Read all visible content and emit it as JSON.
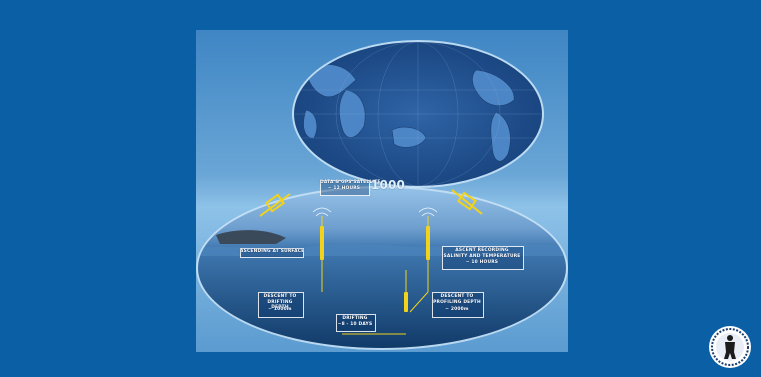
{
  "slide": {
    "background": "#0b5fa5"
  },
  "diagram": {
    "labels": {
      "satellite_top": "DATA & GPS SATELLITE",
      "satellite_top_sub": "~ 12 HOURS",
      "top_number": "1000",
      "ascent": "ASCENDING AT SURFACE",
      "profile": "ASCENT RECORDING\nSALINITY AND TEMPERATURE",
      "profile_sub": "~ 10 HOURS",
      "descent_drift": "DESCENT TO\nDRIFTING DEPTH",
      "descent_drift_sub": "~ 1000m",
      "drifting": "DRIFTING",
      "drifting_sub": "~8 - 10 DAYS",
      "descent_profile": "DESCENT TO\nPROFILING DEPTH",
      "descent_profile_sub": "~ 2000m"
    },
    "colors": {
      "float": "#f2d21b",
      "ocean_deep": "#123d6e",
      "ocean_top": "#5a8fc0",
      "land": "#2a5c8f"
    }
  },
  "logo": {
    "icon": "figure-seal-icon"
  }
}
